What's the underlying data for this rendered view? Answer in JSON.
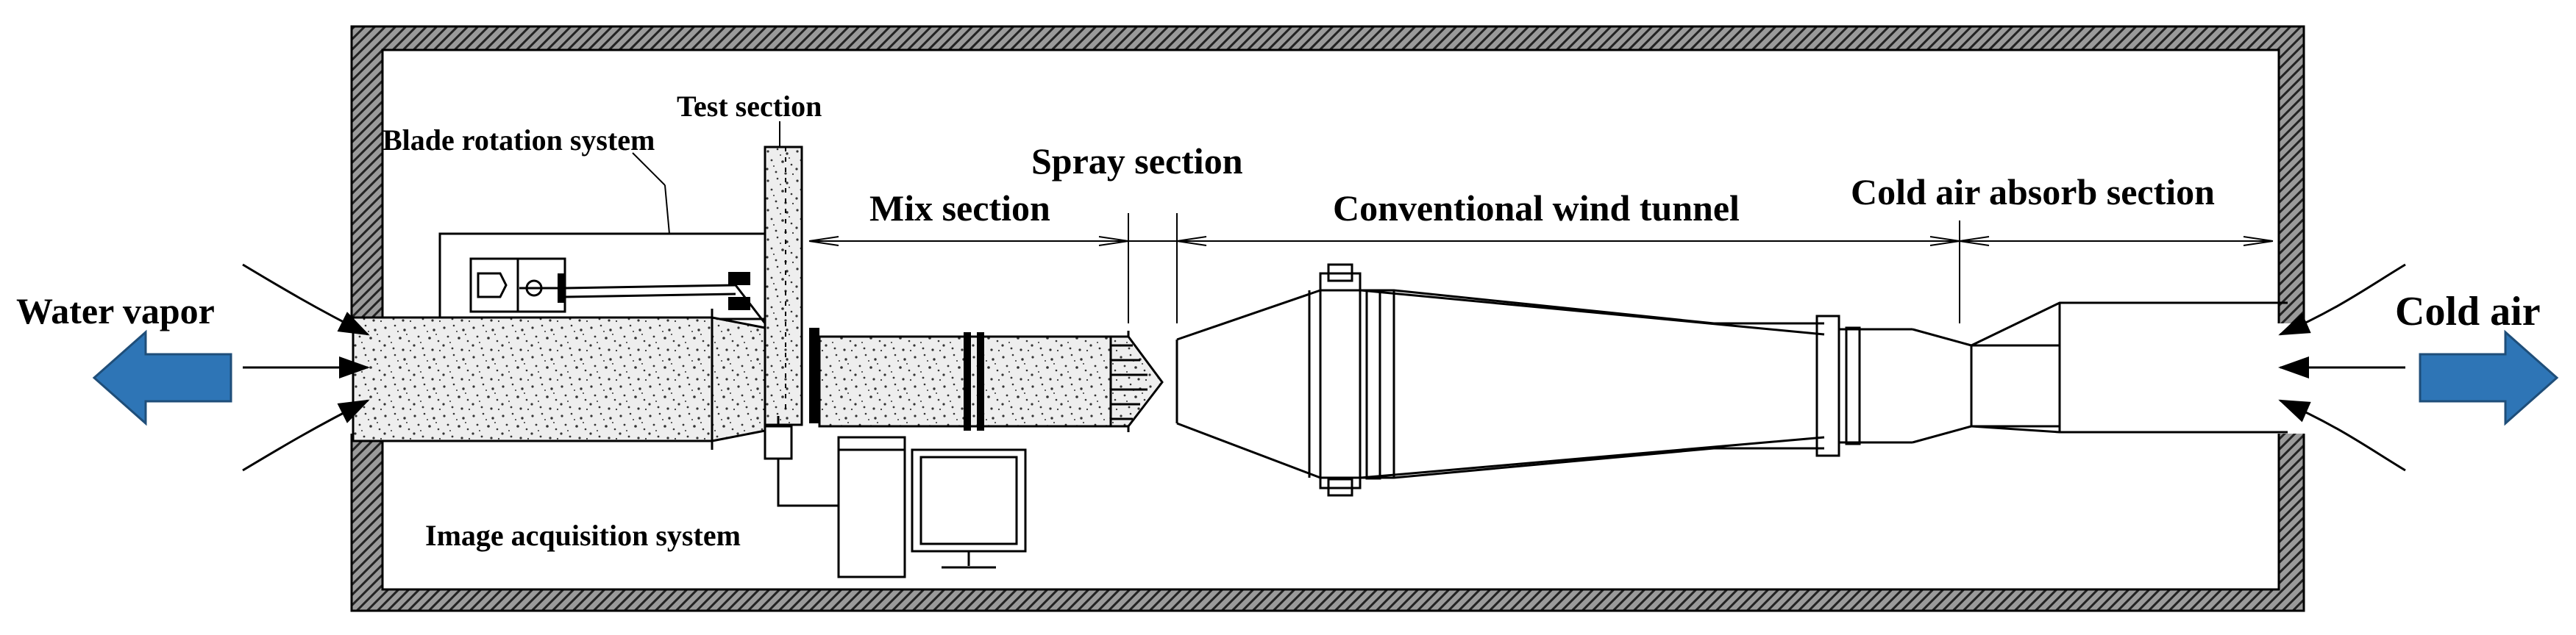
{
  "labels": {
    "test_section": "Test section",
    "blade_rotation_system": "Blade rotation system",
    "spray_section": "Spray section",
    "mix_section": "Mix section",
    "conventional_wind_tunnel": "Conventional wind tunnel",
    "cold_air_absorb_section": "Cold air absorb section",
    "water_vapor": "Water vapor",
    "cold_air": "Cold air",
    "image_acquisition_system": "Image acquisition system"
  },
  "colors": {
    "arrow_blue": "#2e75b6",
    "line": "#000000",
    "speckle_fill": "#e6e6e6",
    "wall_hatch": "#333333"
  }
}
